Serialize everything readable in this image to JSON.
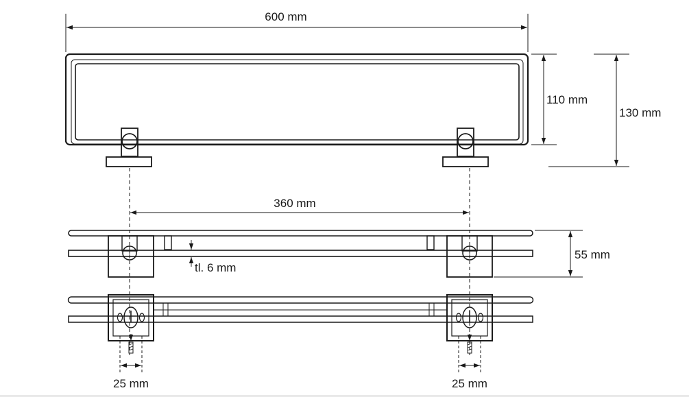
{
  "dimensions": {
    "total_width": "600 mm",
    "inner_height": "110 mm",
    "total_height": "130 mm",
    "bracket_spacing": "360 mm",
    "shelf_depth": "55 mm",
    "glass_thickness": "tl. 6 mm",
    "left_bracket_width": "25 mm",
    "right_bracket_width": "25 mm"
  },
  "colors": {
    "line": "#1a1a1a",
    "background": "#ffffff"
  }
}
